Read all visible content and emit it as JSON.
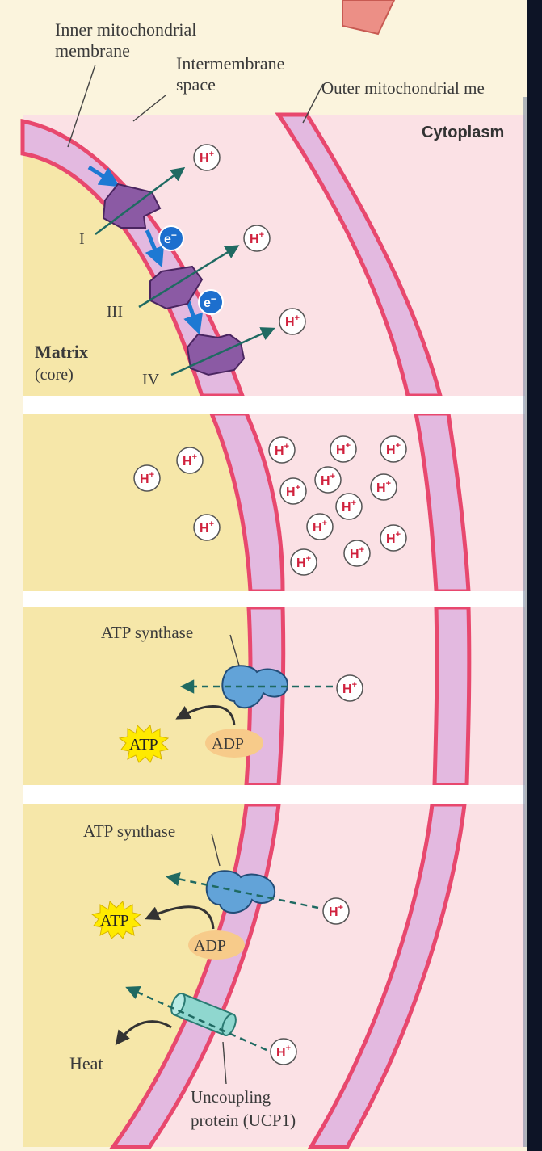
{
  "labels": {
    "inner_membrane": [
      "Inner mitochondrial",
      "membrane"
    ],
    "intermembrane_space": [
      "Intermembrane",
      "space"
    ],
    "outer_membrane": "Outer mitochondrial me",
    "cytoplasm": "Cytoplasm",
    "matrix": "Matrix",
    "matrix_sub": "(core)",
    "complex_1": "I",
    "complex_3": "III",
    "complex_4": "IV",
    "atp_synthase": "ATP synthase",
    "atp": "ATP",
    "adp": "ADP",
    "heat": "Heat",
    "ucp1": [
      "Uncoupling",
      "protein (UCP1)"
    ]
  },
  "ion": {
    "symbol": "H",
    "charge": "+"
  },
  "electron": {
    "symbol": "e",
    "charge": "−"
  },
  "colors": {
    "matrix": "#f6e7a9",
    "intermembrane": "#fbe1e5",
    "membrane_fill": "#e3b9e0",
    "membrane_edge": "#e8486e",
    "complex": "#8b5aa4",
    "synthase": "#62a3d8",
    "ucp1": "#8fd7cf",
    "atp_burst": "#ffea00",
    "adp": "#f7cb8a",
    "arrow_teal": "#1f6a62",
    "arrow_blue": "#1d79d3"
  }
}
